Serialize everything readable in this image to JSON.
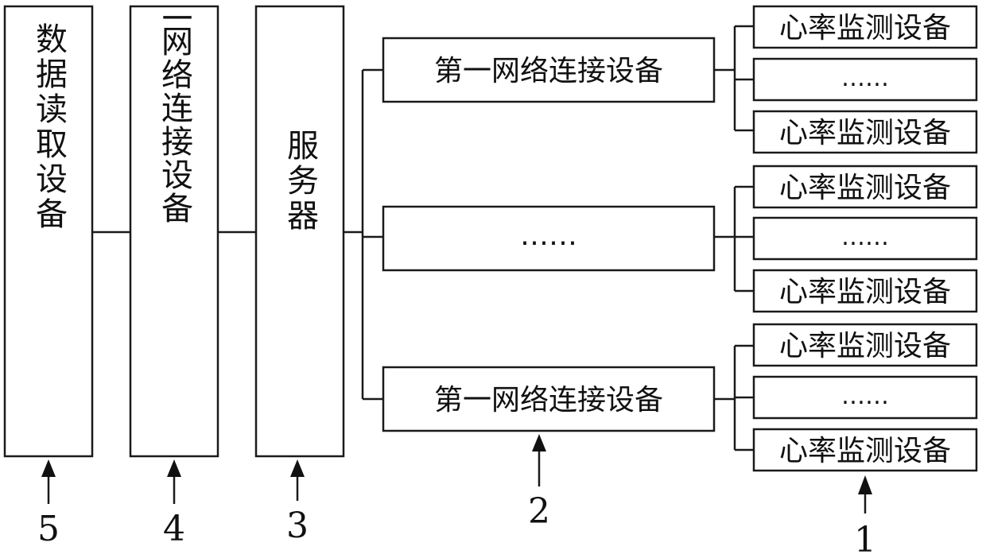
{
  "column_labels": {
    "data_reader": "数据读取设备",
    "second_network": "第二网络连接设备",
    "server": "服务器"
  },
  "middle_labels": [
    "第一网络连接设备",
    "……",
    "第一网络连接设备"
  ],
  "device_labels": [
    [
      "心率监测设备",
      "……",
      "心率监测设备"
    ],
    [
      "心率监测设备",
      "……",
      "心率监测设备"
    ],
    [
      "心率监测设备",
      "……",
      "心率监测设备"
    ]
  ],
  "reference_numbers": {
    "data_reader": "5",
    "second_network": "4",
    "server": "3",
    "first_network": "2",
    "heart_rate": "1"
  }
}
